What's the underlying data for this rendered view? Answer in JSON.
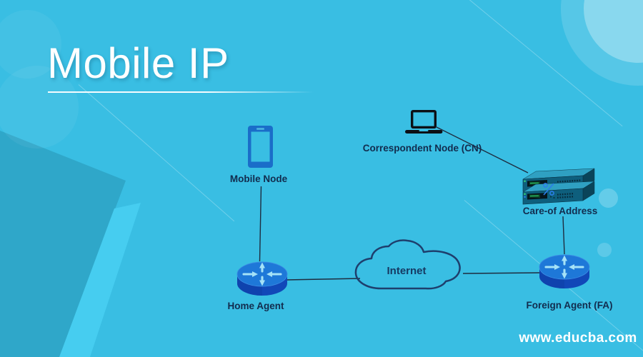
{
  "page": {
    "title": "Mobile IP",
    "website": "www.educba.com"
  },
  "diagram": {
    "nodes": [
      {
        "id": "mobile-node",
        "label": "Mobile Node",
        "icon": "smartphone-icon"
      },
      {
        "id": "correspondent-node",
        "label": "Correspondent Node (CN)",
        "icon": "laptop-icon"
      },
      {
        "id": "care-of-address",
        "label": "Care-of Address",
        "icon": "switch-stack-icon"
      },
      {
        "id": "home-agent",
        "label": "Home Agent",
        "icon": "router-icon"
      },
      {
        "id": "foreign-agent",
        "label": "Foreign Agent (FA)",
        "icon": "router-icon"
      },
      {
        "id": "internet",
        "label": "Internet",
        "icon": "cloud-icon"
      }
    ],
    "edges": [
      {
        "from": "mobile-node",
        "to": "home-agent"
      },
      {
        "from": "correspondent-node",
        "to": "care-of-address"
      },
      {
        "from": "care-of-address",
        "to": "foreign-agent"
      },
      {
        "from": "home-agent",
        "to": "internet"
      },
      {
        "from": "internet",
        "to": "foreign-agent"
      }
    ]
  },
  "colors": {
    "background": "#39bee3",
    "background_dark_shape": "#2fa7c9",
    "background_light_band": "#46cdf0",
    "title_color": "#ffffff",
    "label_color": "#122c4e",
    "connector_color": "#1e2c3f",
    "cloud_outline": "#1e3f6d",
    "router_top": "#1e78d8",
    "router_side": "#1148b8",
    "router_arrows": "#a5e2f7",
    "phone_body": "#1a6dc9",
    "phone_screen": "#39bee3",
    "laptop_color": "#0c1016",
    "rack_front": "#0e5f7d",
    "rack_top": "#2fa0c2",
    "rack_side": "#0a4459",
    "rack_display_green": "#2ecf6e",
    "led_green": "#34d17c",
    "led_blue": "#2f7fe8",
    "blue_mark": "#2b7de8",
    "website_color": "#ffffff"
  }
}
